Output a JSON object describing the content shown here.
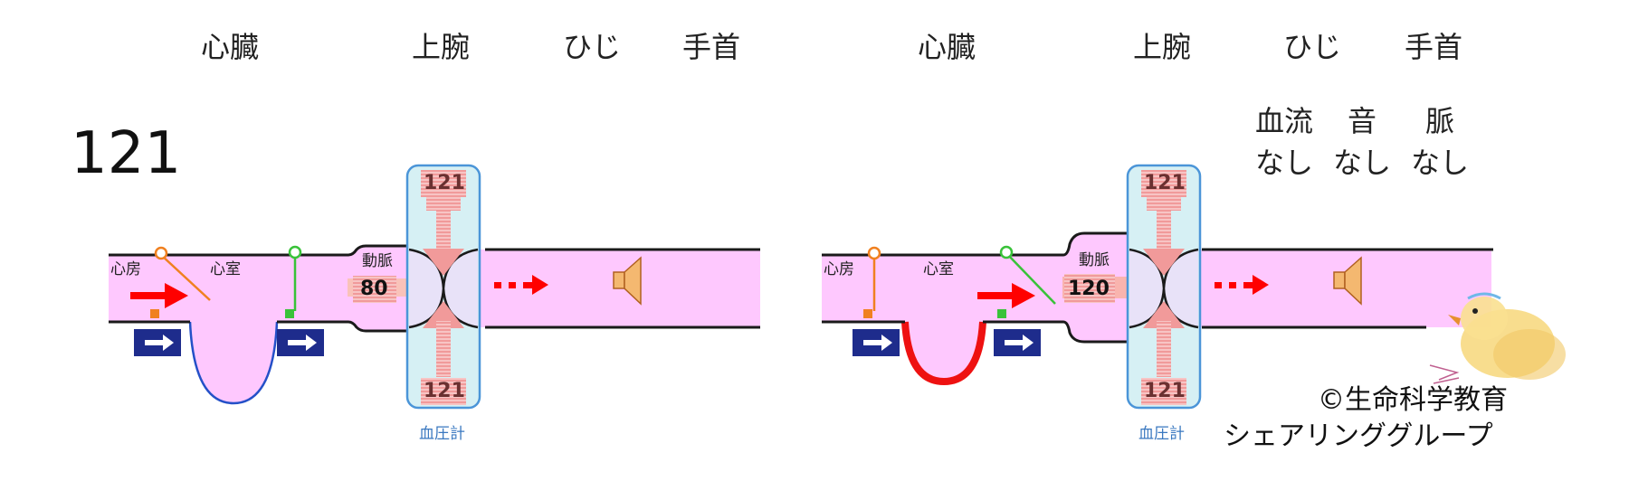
{
  "colors": {
    "vessel_fill": "#fec8fe",
    "outline": "#1a1a1a",
    "flow_arrow": "#ff0000",
    "cuff_fill": "#d6f0f4",
    "cuff_border": "#4b95d8",
    "valve_open": "#39c239",
    "valve_closed": "#f08020",
    "ventricle_relaxed": "#2450c8",
    "ventricle_contract": "#ee1111",
    "direction_box": "#1e2c8c",
    "speaker": "#f4b870"
  },
  "icons": [
    "right-arrow-icon",
    "speaker-icon",
    "duck-icon"
  ],
  "panels": [
    {
      "headers": [
        "心臓",
        "上腕",
        "ひじ",
        "手首"
      ],
      "cuff_reading": "121",
      "atrium_label": "心房",
      "ventricle_label": "心室",
      "artery_label": "動脈",
      "arterial_pressure": "80",
      "cuff_top_value": "121",
      "cuff_bottom_value": "121",
      "gauge_label": "血圧計"
    },
    {
      "headers": [
        "心臓",
        "上腕",
        "ひじ",
        "手首"
      ],
      "status_labels": [
        {
          "title": "血流",
          "value": "なし"
        },
        {
          "title": "音",
          "value": "なし"
        },
        {
          "title": "脈",
          "value": "なし"
        }
      ],
      "atrium_label": "心房",
      "ventricle_label": "心室",
      "artery_label": "動脈",
      "arterial_pressure": "120",
      "cuff_top_value": "121",
      "cuff_bottom_value": "121",
      "gauge_label": "血圧計"
    }
  ],
  "copyright": {
    "line1": "©生命科学教育",
    "line2": "シェアリンググループ"
  }
}
